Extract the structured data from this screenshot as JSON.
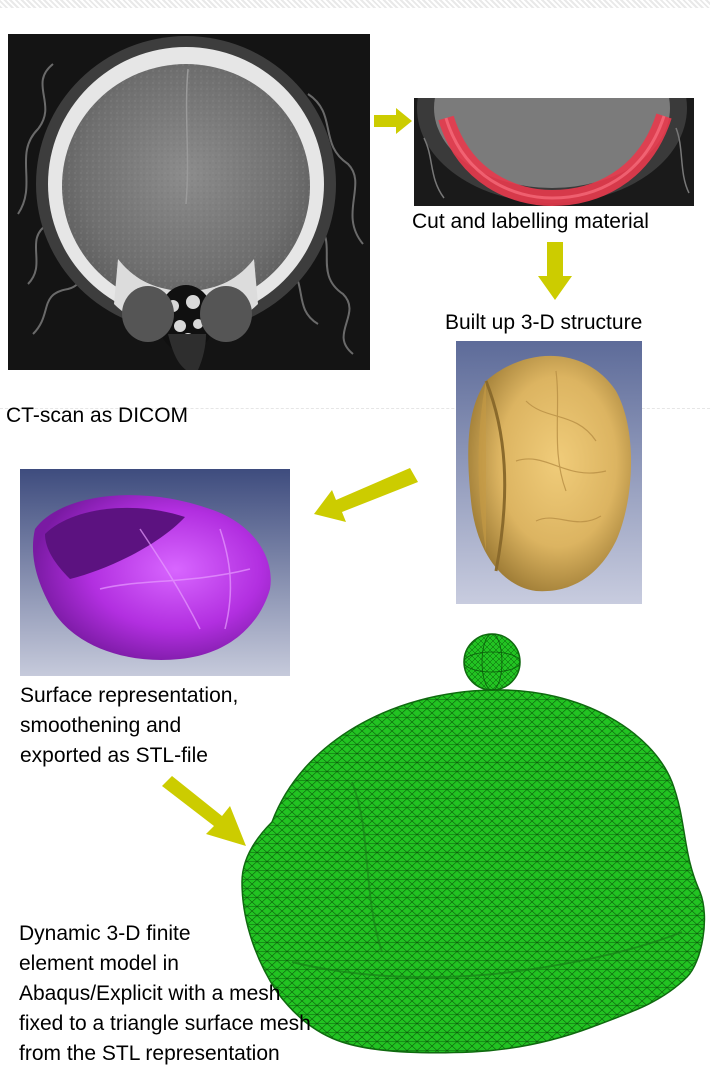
{
  "labels": {
    "ct_scan": "CT-scan as DICOM",
    "cut_label": "Cut and labelling material",
    "built_up": "Built up 3-D structure",
    "surface": [
      "Surface representation,",
      "smoothening and",
      "exported as STL-file"
    ],
    "fem": [
      "Dynamic 3-D finite",
      "element model in",
      "Abaqus/Explicit with a mesh",
      "fixed to a triangle surface mesh",
      "from the STL representation"
    ]
  },
  "images": {
    "ct_scan": "ct-scan-image",
    "segmentation": "segmentation-image",
    "skull_3d": "skull-3d-image",
    "surface_purple": "surface-mesh-image",
    "fem_green": "fem-mesh-image"
  },
  "colors": {
    "arrow": "#cccc00",
    "segmentation": "#e83a4c",
    "skull": "#dcb461",
    "surface": "#b22fe0",
    "mesh": "#22c322"
  }
}
